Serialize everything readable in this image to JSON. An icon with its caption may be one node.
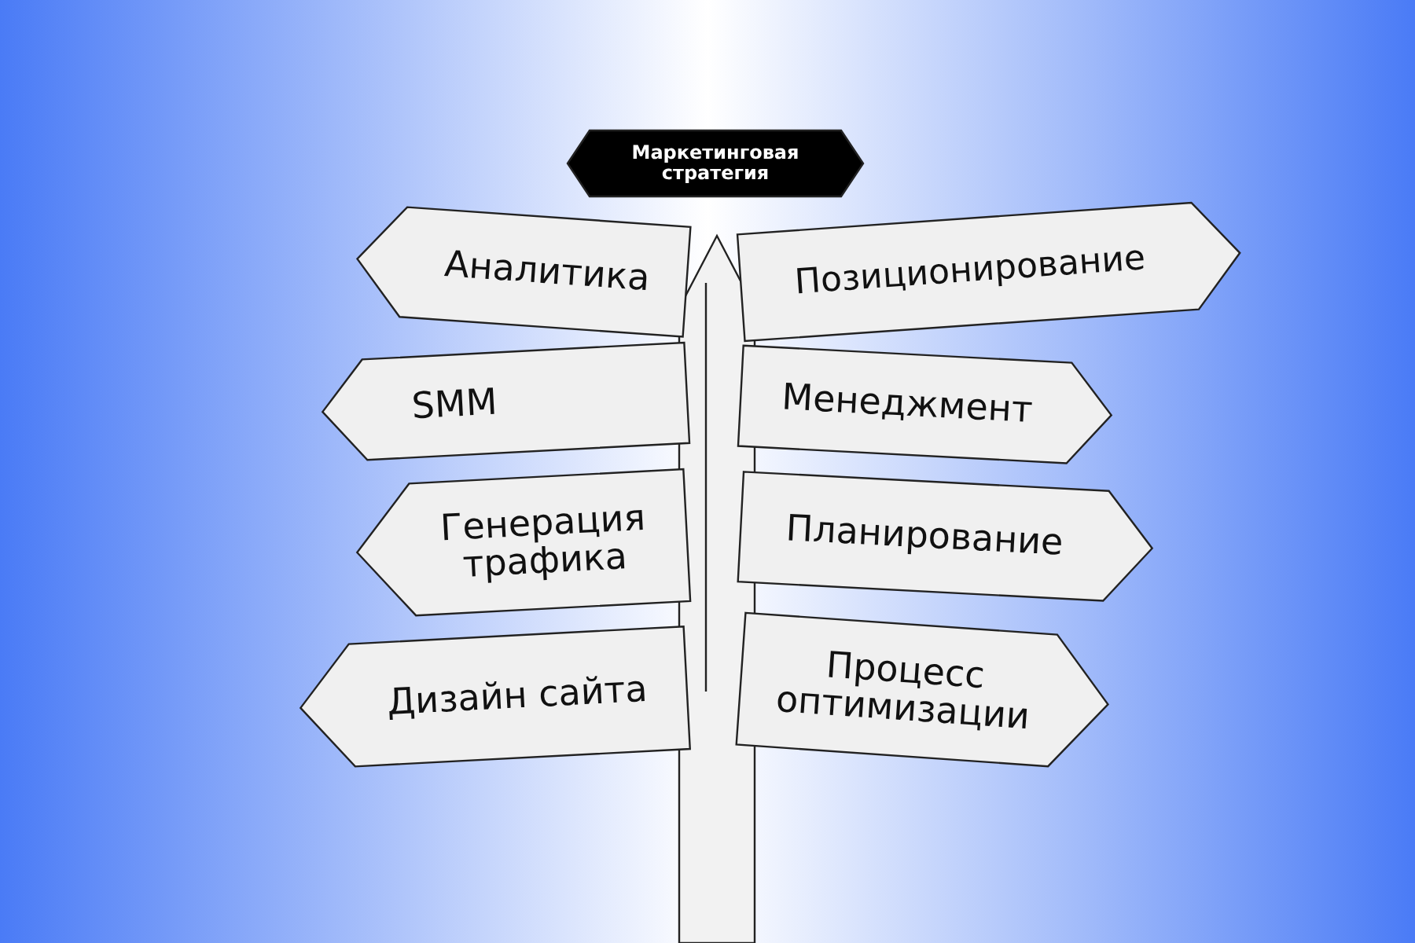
{
  "diagram": {
    "nodes": [
      {
        "text": [
          "Маркетинговая стратегия"
        ]
      },
      {
        "text": [
          "Аналитика"
        ]
      },
      {
        "text": [
          "Позиционирование"
        ]
      },
      {
        "text": [
          "SMM"
        ]
      },
      {
        "text": [
          "Менеджмент"
        ]
      },
      {
        "text": [
          "Генерация трафика"
        ]
      },
      {
        "text": [
          "Планирование"
        ]
      },
      {
        "text": [
          "Дизайн сайта"
        ]
      },
      {
        "text": [
          "Процесс оптимизации"
        ]
      }
    ]
  }
}
